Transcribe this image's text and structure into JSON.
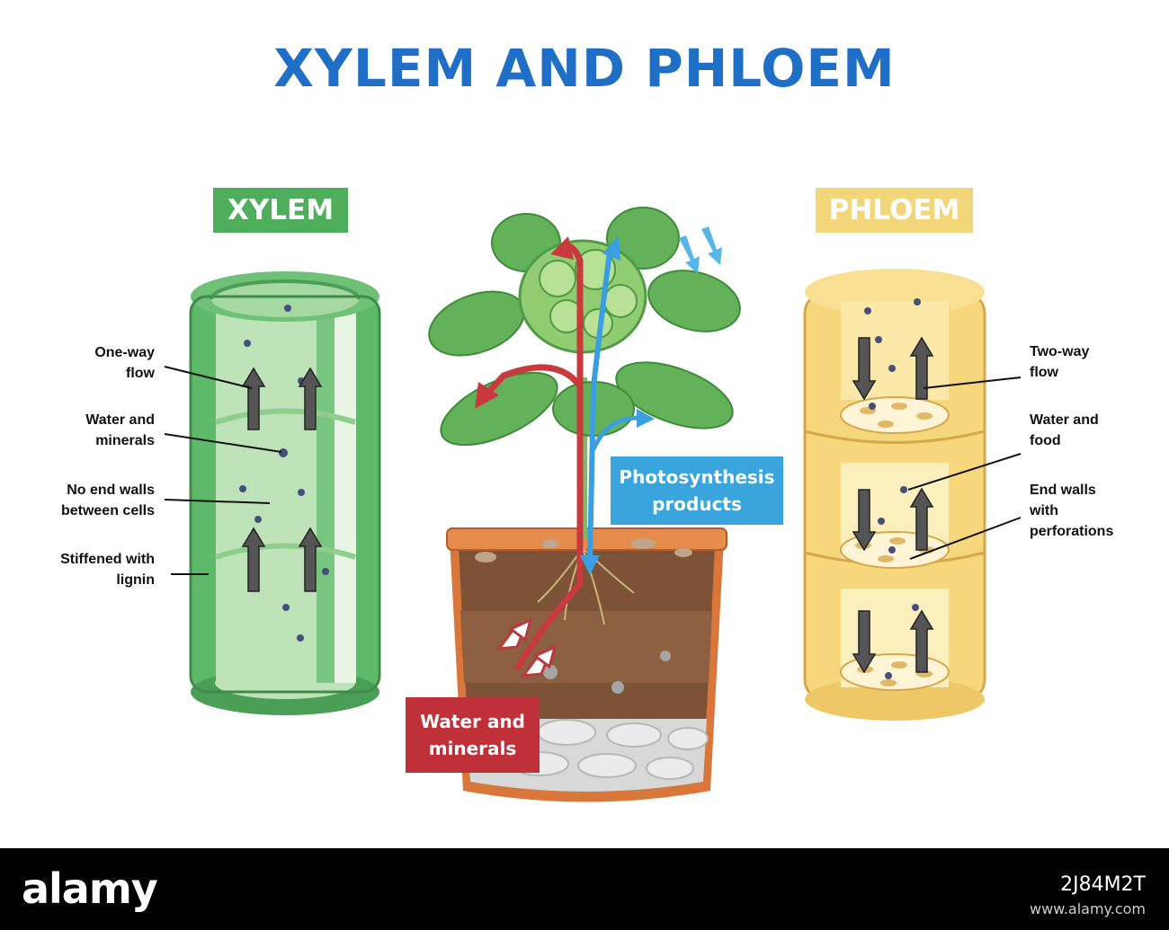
{
  "title": "XYLEM AND PHLOEM",
  "colors": {
    "title": "#1f6fc6",
    "xylem": "#4fae5c",
    "phloem": "#f2d77a",
    "water_box": "#c03038",
    "photo_box": "#3aa4dd"
  },
  "xylem": {
    "heading": "XYLEM",
    "labels": {
      "one_way_1": "One-way",
      "one_way_2": "flow",
      "water_1": "Water and",
      "water_2": "minerals",
      "walls_1": "No end walls",
      "walls_2": "between cells",
      "lignin_1": "Stiffened with",
      "lignin_2": "lignin"
    }
  },
  "phloem": {
    "heading": "PHLOEM",
    "labels": {
      "two_way_1": "Two-way",
      "two_way_2": "flow",
      "food_1": "Water and",
      "food_2": "food",
      "end_1": "End walls",
      "end_2": "with",
      "end_3": "perforations"
    }
  },
  "plant": {
    "photo_1": "Photosynthesis",
    "photo_2": "products",
    "water_1": "Water and",
    "water_2": "minerals"
  },
  "footer": {
    "logo": "alamy",
    "image_id": "2J84M2T",
    "url": "www.alamy.com"
  }
}
